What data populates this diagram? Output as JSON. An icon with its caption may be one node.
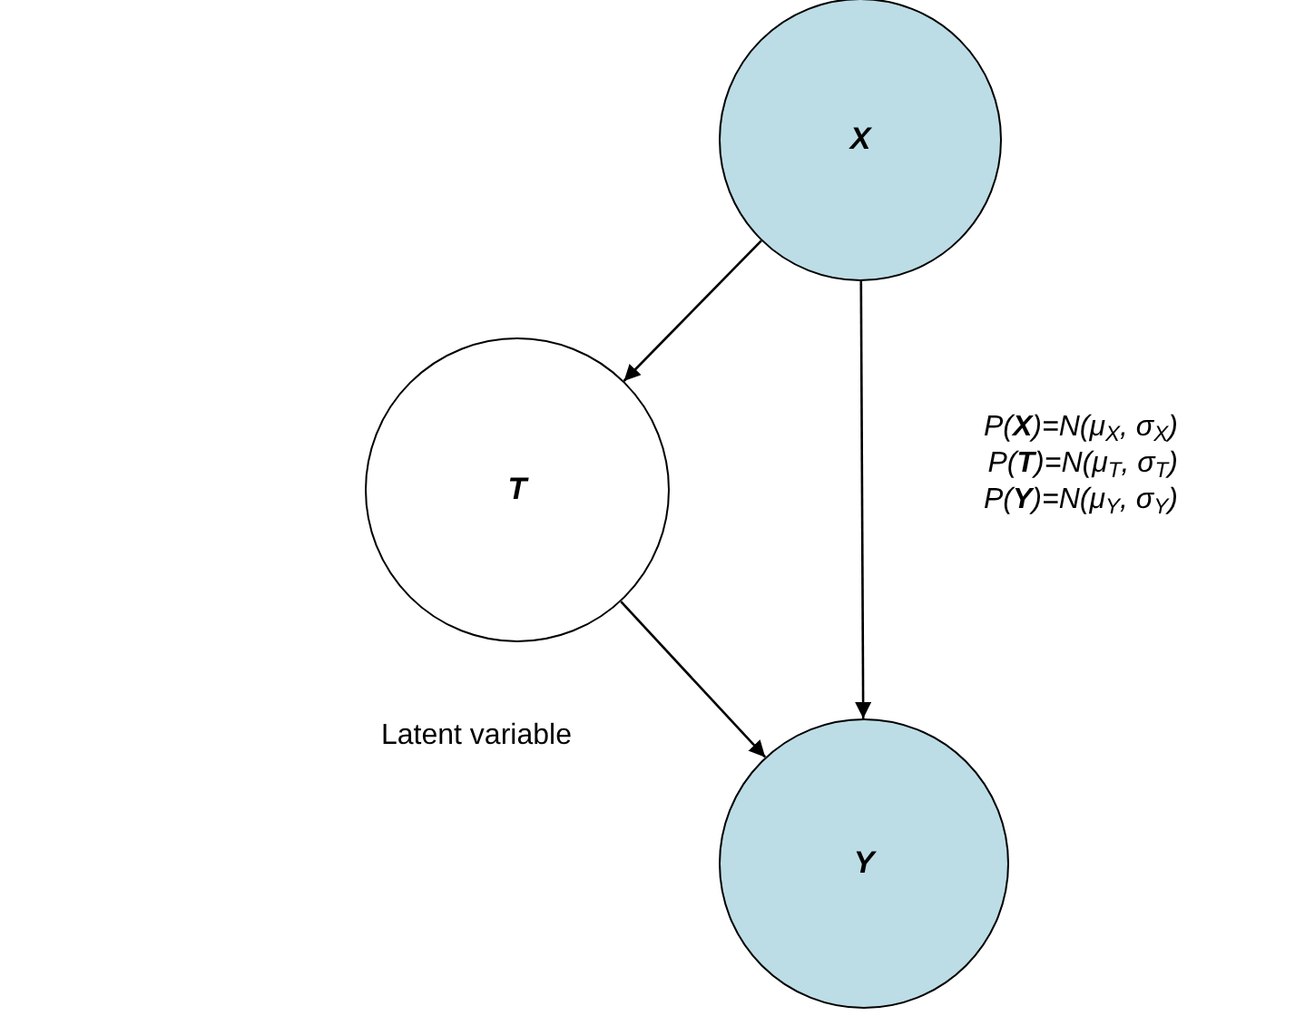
{
  "diagram": {
    "nodes": [
      {
        "text": [
          "X"
        ]
      },
      {
        "text": [
          "T"
        ],
        "beside": [
          "Latent variable"
        ]
      },
      {
        "text": [
          "Y"
        ]
      }
    ],
    "edges": [
      {
        "from": 0,
        "to": 1,
        "arrow": "to"
      },
      {
        "from": 0,
        "to": 2,
        "arrow": "to"
      },
      {
        "from": 1,
        "to": 2,
        "arrow": "to"
      }
    ],
    "labels": [
      "P(**X**)=N(μ$_{X}$, σ$_{X}$)",
      "P(**T**)=N(μ$_{T}$, σ$_{T}$)",
      "P(**Y**)=N(μ$_{Y}$, σ$_{Y}$)"
    ]
  }
}
